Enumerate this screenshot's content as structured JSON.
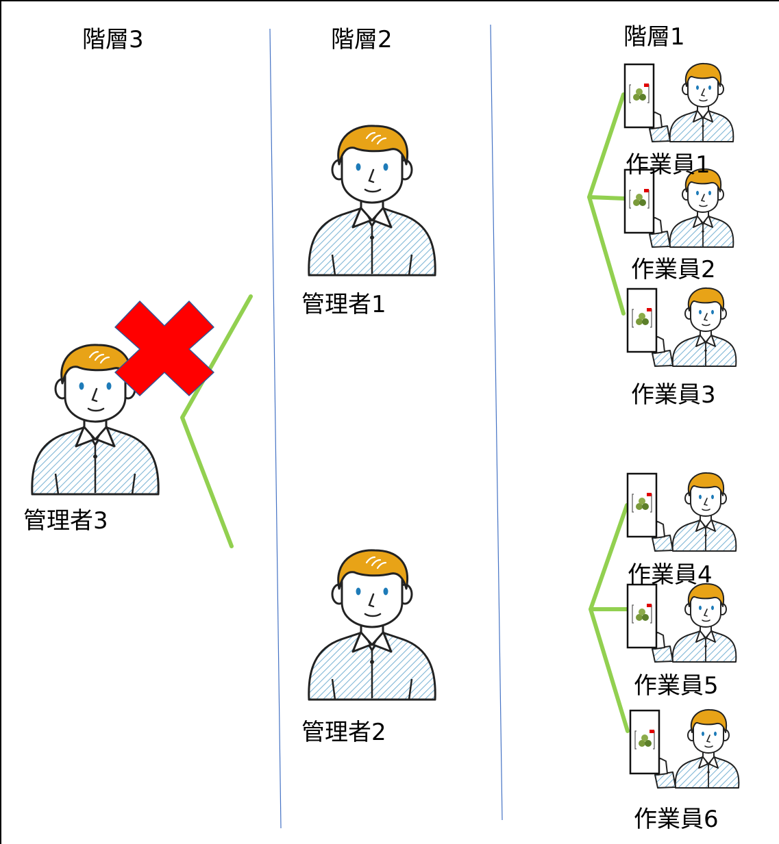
{
  "columns": {
    "tier3": "階層3",
    "tier2": "階層2",
    "tier1": "階層1"
  },
  "managers": {
    "m1": "管理者1",
    "m2": "管理者2",
    "m3": "管理者3"
  },
  "workers": {
    "w1": "作業員1",
    "w2": "作業員2",
    "w3": "作業員3",
    "w4": "作業員4",
    "w5": "作業員5",
    "w6": "作業員6"
  },
  "colors": {
    "connector": "#92d050",
    "cross": "#ff0000",
    "divider": "#4472c4",
    "hair": "#e8a317",
    "shirt_stripe": "#7fb6d6"
  }
}
